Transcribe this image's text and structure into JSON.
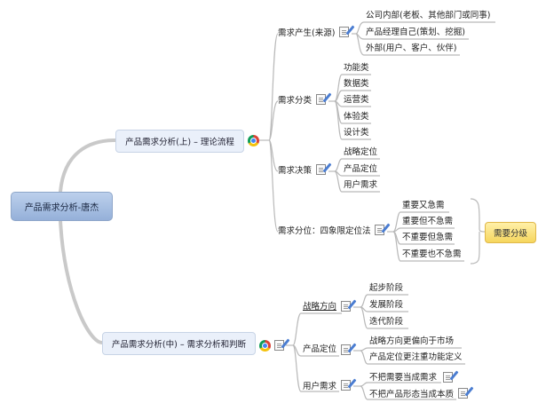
{
  "root": {
    "label": "产品需求分析-唐杰"
  },
  "branch1": {
    "label": "产品需求分析(上) – 理论流程",
    "g1": {
      "label": "需求产生(来源)",
      "items": [
        "公司内部(老板、其他部门或同事)",
        "产品经理自己(策划、挖掘)",
        "外部(用户、客户、伙伴)"
      ]
    },
    "g2": {
      "label": "需求分类",
      "items": [
        "功能类",
        "数据类",
        "运营类",
        "体验类",
        "设计类"
      ]
    },
    "g3": {
      "label": "需求决策",
      "items": [
        "战略定位",
        "产品定位",
        "用户需求"
      ]
    },
    "g4": {
      "label": "需求分位：四象限定位法",
      "items": [
        "重要又急需",
        "重要但不急需",
        "不重要但急需",
        "不重要也不急需"
      ],
      "summary": "需要分级"
    }
  },
  "branch2": {
    "label": "产品需求分析(中) – 需求分析和判断",
    "g1": {
      "label": "战略方向",
      "items": [
        "起步阶段",
        "发展阶段",
        "迭代阶段"
      ]
    },
    "g2": {
      "label": "产品定位",
      "items": [
        "战略方向更偏向于市场",
        "产品定位更注重功能定义"
      ]
    },
    "g3": {
      "label": "用户需求",
      "items": [
        "不把需要当成需求",
        "不把产品形态当成本质"
      ]
    }
  },
  "icons": {
    "note": "note-icon",
    "browser": "chrome-icon"
  },
  "colors": {
    "root": "#95b0d9",
    "main": "#eaf0fa",
    "summary": "#f6d65e",
    "connector": "#c8c8c8"
  }
}
